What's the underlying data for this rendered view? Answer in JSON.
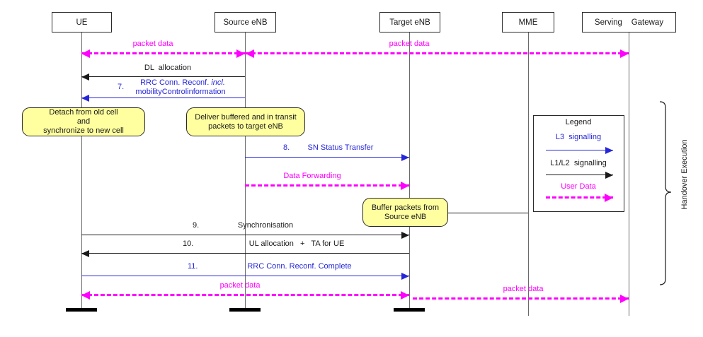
{
  "actors": [
    {
      "label": "UE"
    },
    {
      "label": "Source eNB"
    },
    {
      "label": "Target eNB"
    },
    {
      "label": "MME"
    },
    {
      "label": "Serving    Gateway"
    }
  ],
  "messages": [
    {
      "label": "packet data",
      "type": "user-data"
    },
    {
      "label": "packet data",
      "type": "user-data"
    },
    {
      "label": "DL  allocation",
      "type": "l1l2-signalling"
    },
    {
      "num": "7.",
      "label": "RRC Conn. Reconf. ",
      "label_italic": "incl.",
      "label_line2": "mobilityControlinformation",
      "type": "l3-signalling"
    },
    {
      "num": "8.",
      "label": "SN Status Transfer",
      "type": "l3-signalling"
    },
    {
      "label": "Data Forwarding",
      "type": "user-data"
    },
    {
      "num": "9.",
      "label": "Synchronisation",
      "type": "l1l2-signalling"
    },
    {
      "num": "10.",
      "label": "UL allocation   +   TA for UE",
      "type": "l1l2-signalling"
    },
    {
      "num": "11.",
      "label": "RRC Conn. Reconf. Complete",
      "type": "l3-signalling"
    },
    {
      "label": "packet data",
      "type": "user-data"
    },
    {
      "label": "packet data",
      "type": "user-data"
    }
  ],
  "notes": [
    {
      "line1": "Detach from old cell",
      "line2": "and",
      "line3": "synchronize to new cell"
    },
    {
      "line1": "Deliver buffered and in transit",
      "line2": "packets to target eNB"
    },
    {
      "line1": "Buffer packets from",
      "line2": "Source eNB"
    }
  ],
  "legend": {
    "title": "Legend",
    "items": [
      {
        "label": "L3  signalling"
      },
      {
        "label": "L1/L2  signalling"
      },
      {
        "label": "User Data"
      }
    ]
  },
  "annotations": {
    "phase_label": "Handover Execution"
  },
  "colors": {
    "l3_signalling": "#2626d9",
    "l1l2_signalling": "#1a1a1a",
    "user_data": "#ff00ff",
    "note_fill": "#ffffa0"
  }
}
